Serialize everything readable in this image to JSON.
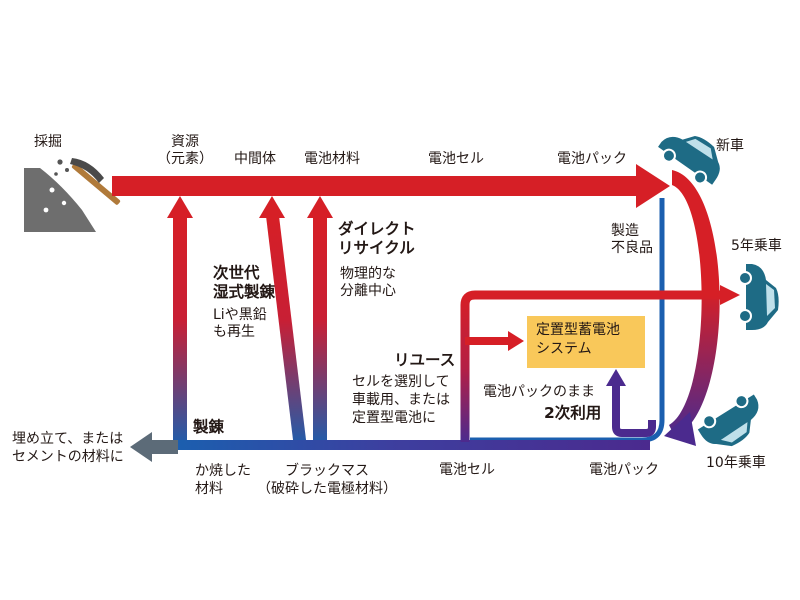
{
  "colors": {
    "red": "#d61f26",
    "blue": "#1b5faf",
    "purple": "#4b2a8e",
    "teal": "#1e6b85",
    "gray": "#5c6b78",
    "box": "#f9c85a"
  },
  "labels": {
    "mining": "採掘",
    "resources": "資源\n（元素）",
    "intermediate": "中間体",
    "battery_material": "電池材料",
    "battery_cell_top": "電池セル",
    "battery_pack_top": "電池パック",
    "new_car": "新車",
    "defect": "製造\n不良品",
    "year5": "5年乗車",
    "year10": "10年乗車",
    "direct_recycle": "ダイレクト\nリサイクル",
    "direct_recycle_sub": "物理的な\n分離中心",
    "next_gen": "次世代\n湿式製錬",
    "next_gen_sub": "Liや黒鉛\nも再生",
    "reuse": "リユース",
    "reuse_sub": "セルを選別して\n車載用、または\n定置型電池に",
    "stationary": "定置型蓄電池\nシステム",
    "as_pack": "電池パックのまま",
    "second_use": "2次利用",
    "smelting": "製錬",
    "landfill": "埋め立て、または\nセメントの材料に",
    "burnt": "か焼した\n材料",
    "black_mass": "ブラックマス\n（破砕した電極材料）",
    "battery_cell_bottom": "電池セル",
    "battery_pack_bottom": "電池パック"
  },
  "icons": [
    "mining-pickaxe-icon",
    "car-icon"
  ]
}
